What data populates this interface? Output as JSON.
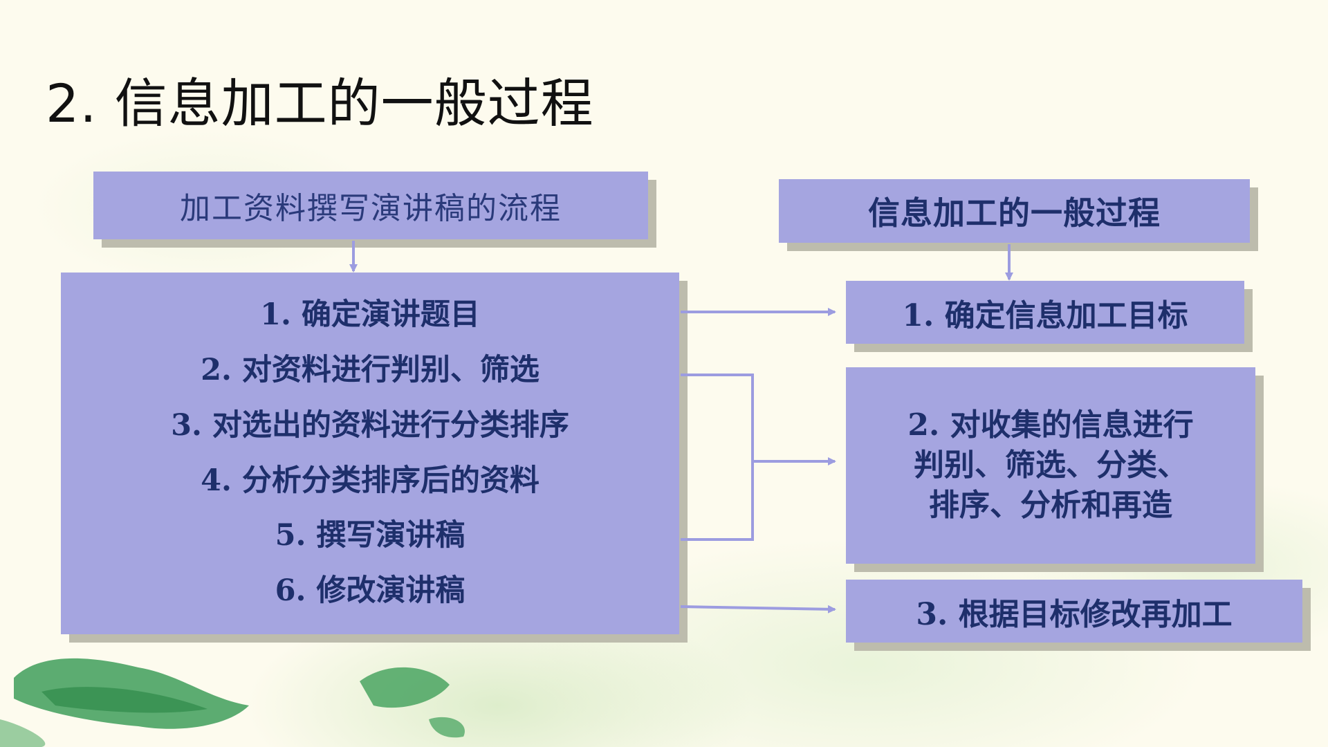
{
  "page": {
    "title": "2. 信息加工的一般过程",
    "colors": {
      "box": "#a5a5e0",
      "box_text": "#1e2f6b",
      "arrow": "#9c9ce0",
      "shadow": "#bdbcad"
    }
  },
  "left_flow": {
    "header": "加工资料撰写演讲稿的流程",
    "steps": [
      "1. 确定演讲题目",
      "2. 对资料进行判别、筛选",
      "3. 对选出的资料进行分类排序",
      "4. 分析分类排序后的资料",
      "5. 撰写演讲稿",
      "6. 修改演讲稿"
    ]
  },
  "right_flow": {
    "header": "信息加工的一般过程",
    "steps": [
      {
        "lines": [
          "1. 确定信息加工目标"
        ]
      },
      {
        "lines": [
          "2. 对收集的信息进行",
          "判别、筛选、分类、",
          "排序、分析和再造"
        ]
      },
      {
        "lines": [
          "3. 根据目标修改再加工"
        ]
      }
    ]
  }
}
